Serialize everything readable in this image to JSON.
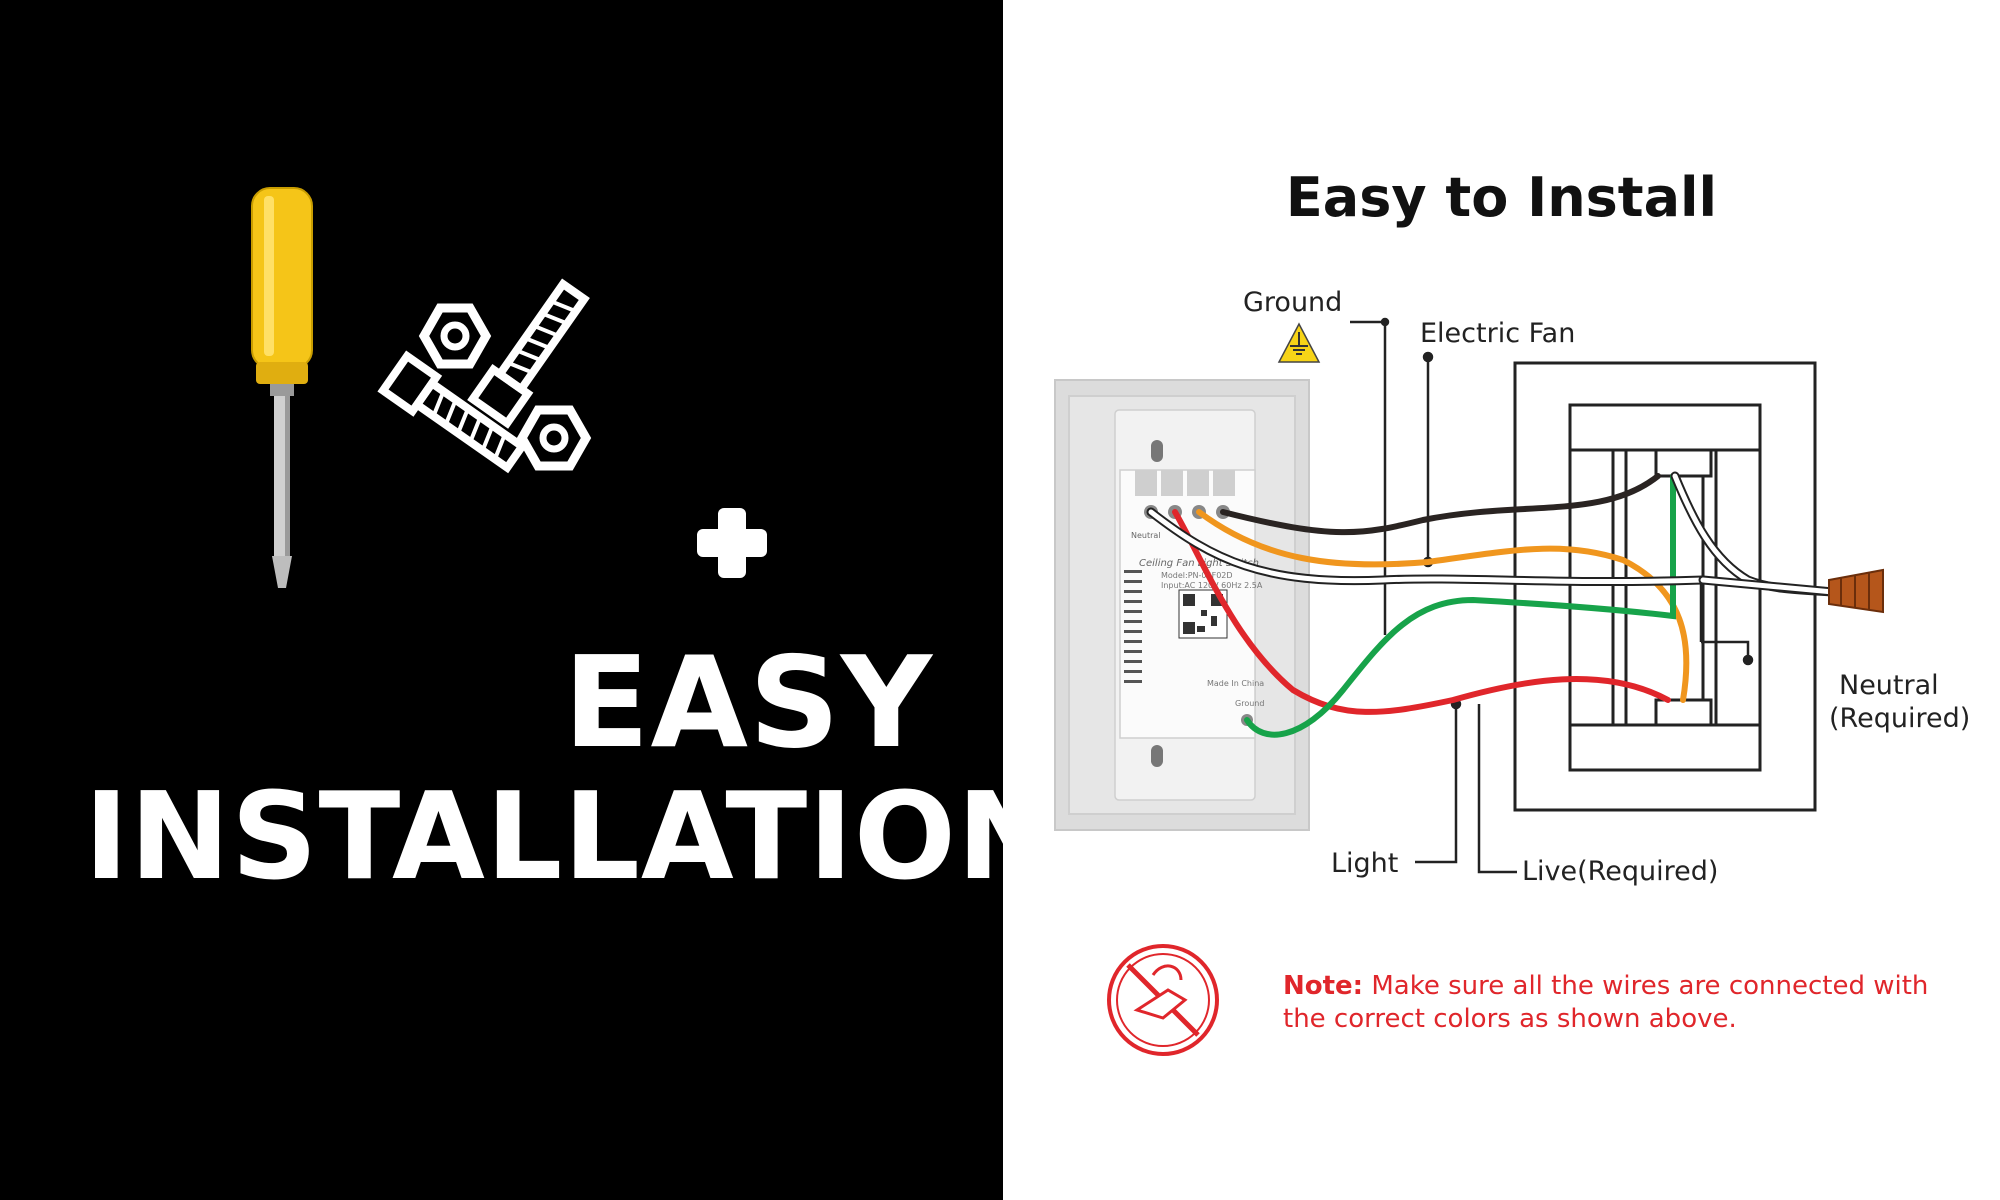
{
  "left_panel": {
    "line1": "EASY",
    "line2": "INSTALLATION",
    "icons": [
      "screwdriver-icon",
      "hex-nut-icon",
      "bolt-icon",
      "plus-icon"
    ]
  },
  "right_panel": {
    "title": "Easy to Install",
    "labels": {
      "ground": "Ground",
      "electric_fan": "Electric Fan",
      "neutral": "Neutral",
      "neutral_req": "(Required)",
      "light": "Light",
      "live": "Live(Required)"
    },
    "device_text": {
      "neutral_short": "Neutral",
      "name": "Ceiling Fan Light Switch",
      "model": "Model:PN-04F02D",
      "input": "Input:AC 120V  60Hz 2.5A",
      "made_in": "Made In China",
      "ground": "Ground"
    },
    "note": {
      "prefix": "Note:",
      "text": "Make sure all the wires are connected with the correct colors as shown above."
    }
  },
  "colors": {
    "black_wire": "#2a2422",
    "orange_wire": "#f0961e",
    "red_wire": "#e0262b",
    "green_wire": "#17a34a",
    "white_wire": "#ffffff",
    "screwdriver_yellow": "#f5c518",
    "note_red": "#e0262b"
  }
}
